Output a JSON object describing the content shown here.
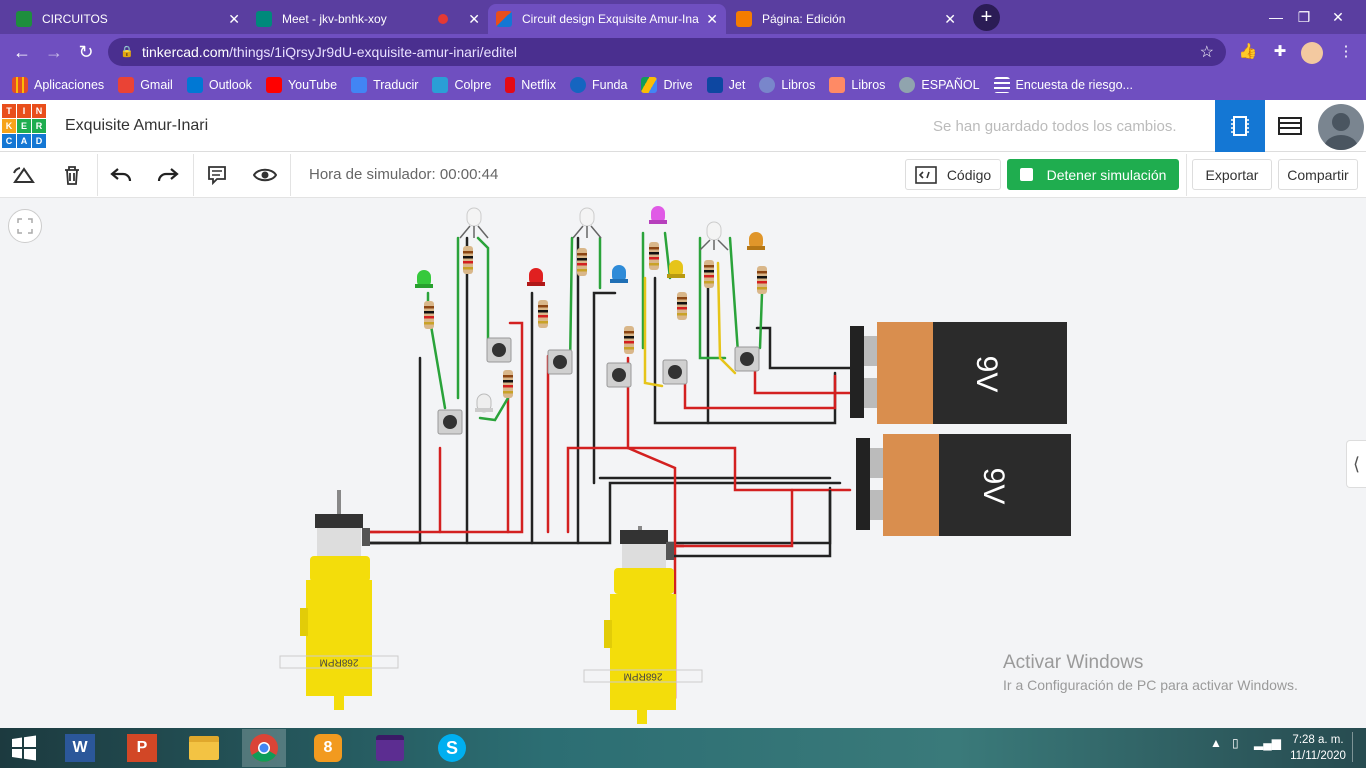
{
  "browser": {
    "tabs": [
      {
        "title": "CIRCUITOS",
        "favicon_color": "#1e8e3e"
      },
      {
        "title": "Meet - jkv-bnhk-xoy",
        "favicon_color": "#00897b"
      },
      {
        "title": "Circuit design Exquisite Amur-Ina",
        "favicon_color": "#e94e1b"
      },
      {
        "title": "Página: Edición",
        "favicon_color": "#f57c00"
      }
    ],
    "url_host": "tinkercad.com",
    "url_path": "/things/1iQrsyJr9dU-exquisite-amur-inari/editel",
    "bookmarks": [
      {
        "label": "Aplicaciones",
        "color": "#e44d26"
      },
      {
        "label": "Gmail",
        "color": "#ea4335"
      },
      {
        "label": "Outlook",
        "color": "#0078d4"
      },
      {
        "label": "YouTube",
        "color": "#ff0000"
      },
      {
        "label": "Traducir",
        "color": "#4285f4"
      },
      {
        "label": "Colpre",
        "color": "#2a9fd6"
      },
      {
        "label": "Netflix",
        "color": "#e50914"
      },
      {
        "label": "Funda",
        "color": "#1565c0"
      },
      {
        "label": "Drive",
        "color": "#0f9d58"
      },
      {
        "label": "Jet",
        "color": "#0d47a1"
      },
      {
        "label": "Libros",
        "color": "#7986cb"
      },
      {
        "label": "Libros",
        "color": "#ff8a65"
      },
      {
        "label": "ESPAÑOL",
        "color": "#90a4ae"
      },
      {
        "label": "Encuesta de riesgo...",
        "color": "#ffffff"
      }
    ]
  },
  "tinkercad": {
    "logo_letters": [
      "T",
      "I",
      "N",
      "K",
      "E",
      "R",
      "C",
      "A",
      "D"
    ],
    "project_title": "Exquisite Amur-Inari",
    "saved_status": "Se han guardado todos los cambios.",
    "sim_time": "Hora de simulador: 00:00:44",
    "code_label": "Código",
    "stop_sim_label": "Detener simulación",
    "export_label": "Exportar",
    "share_label": "Compartir",
    "battery_label": "9V",
    "motor_label": "268RPM",
    "accent_color": "#1fad4f"
  },
  "watermark": {
    "line1": "Activar Windows",
    "line2": "Ir a Configuración de PC para activar Windows."
  },
  "taskbar": {
    "time": "7:28 a. m.",
    "date": "11/11/2020"
  }
}
